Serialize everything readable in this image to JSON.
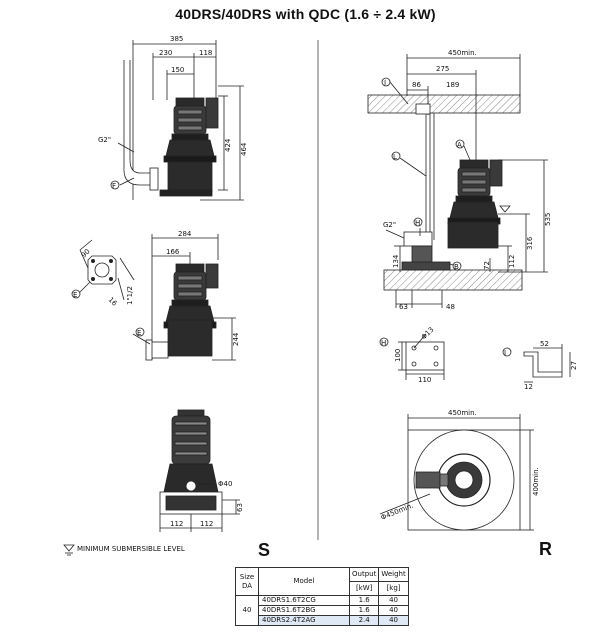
{
  "title": "40DRS/40DRS with QDC (1.6 ÷ 2.4 kW)",
  "view_labels": {
    "left": "S",
    "right": "R"
  },
  "legend": {
    "text": "MINIMUM SUBMERSIBLE LEVEL"
  },
  "dims": {
    "s_top": {
      "d385": "385",
      "d230": "230",
      "d118": "118",
      "d150": "150",
      "d424": "424",
      "d464": "464",
      "g2": "G2\"",
      "tag_f": "F"
    },
    "s_flange": {
      "d90": "90",
      "d16": "16",
      "d1half": "1\"1/2",
      "tag_e": "E"
    },
    "s_mid": {
      "d284": "284",
      "d166": "166",
      "d244": "244",
      "tag_e": "E"
    },
    "s_front": {
      "phi40": "Φ40",
      "d63": "63",
      "d112a": "112",
      "d112b": "112"
    },
    "r_main": {
      "d450": "450min.",
      "d275": "275",
      "d86": "86",
      "d189": "189",
      "d535": "535",
      "d316": "316",
      "d134": "134",
      "d72": "72",
      "d112": "112",
      "d63": "63",
      "d48": "48",
      "g2": "G2\"",
      "tag_i": "I",
      "tag_l": "L",
      "tag_a": "A",
      "tag_h": "H",
      "tag_b": "B"
    },
    "r_detail_h": {
      "d100": "100",
      "d110": "110",
      "phi13": "Φ13",
      "tag": "H"
    },
    "r_detail_i": {
      "d52": "52",
      "d27": "27",
      "d12": "12",
      "tag": "I"
    },
    "r_plan": {
      "d450": "450min.",
      "d400": "400min.",
      "phi450": "Φ450min."
    }
  },
  "table": {
    "headers": {
      "size": "Size DA",
      "model": "Model",
      "output": "Output",
      "output_unit": "[kW]",
      "weight": "Weight",
      "weight_unit": "[kg]"
    },
    "size": "40",
    "rows": [
      {
        "model": "40DRS1.6T2CG",
        "output": "1.6",
        "weight": "40"
      },
      {
        "model": "40DRS1.6T2BG",
        "output": "1.6",
        "weight": "40"
      },
      {
        "model": "40DRS2.4T2AG",
        "output": "2.4",
        "weight": "40"
      }
    ]
  }
}
